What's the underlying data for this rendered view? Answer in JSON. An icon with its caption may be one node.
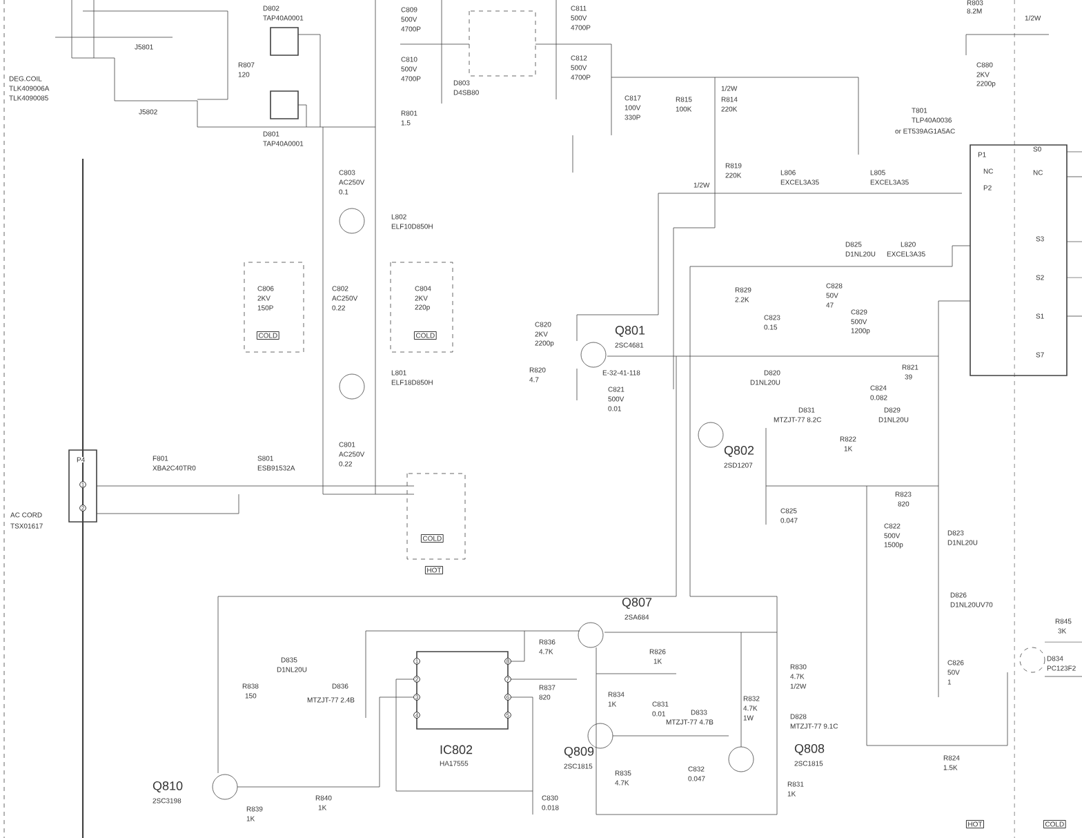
{
  "diagram": {
    "labels": [
      "D802",
      "TAP40A0001",
      "C809",
      "500V",
      "4700P",
      "C811",
      "500V",
      "4700P",
      "J5801",
      "DEG.COIL",
      "TLK409006A",
      "TLK4090085",
      "R807",
      "120",
      "C810",
      "500V",
      "4700P",
      "C812",
      "500V",
      "4700P",
      "J5802",
      "D803",
      "D4SB80",
      "R801",
      "1.5",
      "D801",
      "TAP40A0001",
      "C817",
      "100V",
      "330P",
      "R815",
      "100K",
      "1/2W",
      "R814",
      "220K",
      "R803",
      "8.2M",
      "1/2W",
      "C880",
      "2KV",
      "2200p",
      "T801",
      "TLP40A0036",
      "or ET539AG1A5AC",
      "C803",
      "AC250V",
      "0.1",
      "1/2W",
      "R819",
      "220K",
      "L806",
      "EXCEL3A35",
      "L805",
      "EXCEL3A35",
      "P1",
      "NC",
      "P2",
      "S0",
      "NC",
      "L802",
      "ELF10D850H",
      "C806",
      "2KV",
      "150P",
      "COLD",
      "C802",
      "AC250V",
      "0.22",
      "C804",
      "2KV",
      "220p",
      "COLD",
      "L801",
      "ELF18D850H",
      "C820",
      "2KV",
      "2200p",
      "R820",
      "4.7",
      "Q801",
      "2SC4681",
      "E-32-41-118",
      "D825",
      "D1NL20U",
      "L820",
      "EXCEL3A35",
      "S3",
      "S2",
      "S1",
      "S7",
      "R829",
      "2.2K",
      "C828",
      "50V",
      "47",
      "C823",
      "0.15",
      "C829",
      "500V",
      "1200p",
      "C821",
      "500V",
      "0.01",
      "D820",
      "D1NL20U",
      "R821",
      "39",
      "C824",
      "0.082",
      "D831",
      "MTZJT-77 8.2C",
      "D829",
      "D1NL20U",
      "R822",
      "1K",
      "Q802",
      "2SD1207",
      "C825",
      "0.047",
      "R823",
      "820",
      "C822",
      "500V",
      "1500p",
      "D823",
      "D1NL20U",
      "D826",
      "D1NL20UV70",
      "C826",
      "50V",
      "1",
      "R845",
      "3K",
      "D834",
      "PC123F2",
      "R824",
      "1.5K",
      "HOT",
      "COLD",
      "AC CORD",
      "TSX01617",
      "P4",
      "1",
      "2",
      "F801",
      "XBA2C40TR0",
      "S801",
      "ESB91532A",
      "C801",
      "AC250V",
      "0.22",
      "COLD",
      "HOT",
      "Q807",
      "2SA684",
      "R836",
      "4.7K",
      "R826",
      "1K",
      "R830",
      "4.7K",
      "1/2W",
      "R834",
      "1K",
      "C831",
      "0.01",
      "R832",
      "4.7K",
      "1W",
      "D835",
      "D1NL20U",
      "R838",
      "150",
      "D836",
      "MTZJT-77 2.4B",
      "R837",
      "820",
      "D833",
      "MTZJT-77 4.7B",
      "D828",
      "MTZJT-77 9.1C",
      "Q810",
      "2SC3198",
      "R839",
      "1K",
      "R840",
      "1K",
      "C830",
      "0.018",
      "IC802",
      "HA17555",
      "Q809",
      "2SC1815",
      "R835",
      "4.7K",
      "C832",
      "0.047",
      "Q808",
      "2SC1815",
      "R831",
      "1K",
      "1",
      "2",
      "3",
      "4",
      "8",
      "7",
      "6",
      "5"
    ]
  }
}
